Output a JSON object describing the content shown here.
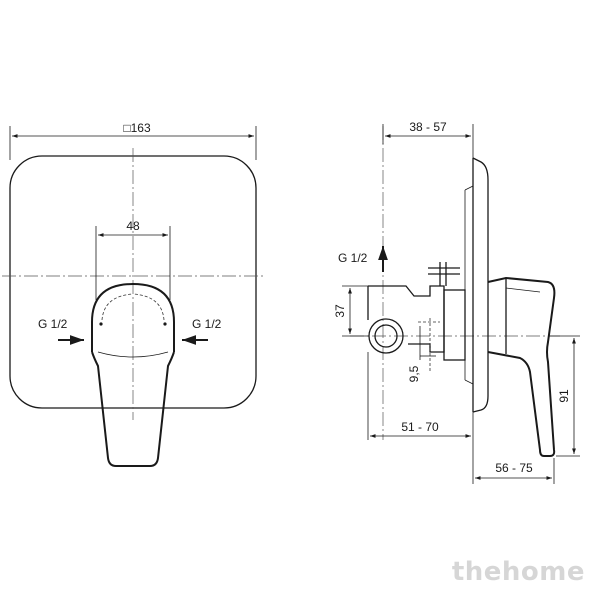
{
  "front_view": {
    "plate_width": "□163",
    "handle_width": "48",
    "left_inlet": "G 1/2",
    "right_inlet": "G 1/2"
  },
  "side_view": {
    "outlet_label": "G 1/2",
    "depth_range": "38 - 57",
    "inlet_height": "37",
    "offset": "9,5",
    "body_depth": "51 - 70",
    "handle_depth": "56 - 75",
    "height": "91"
  },
  "watermark": "thehome"
}
